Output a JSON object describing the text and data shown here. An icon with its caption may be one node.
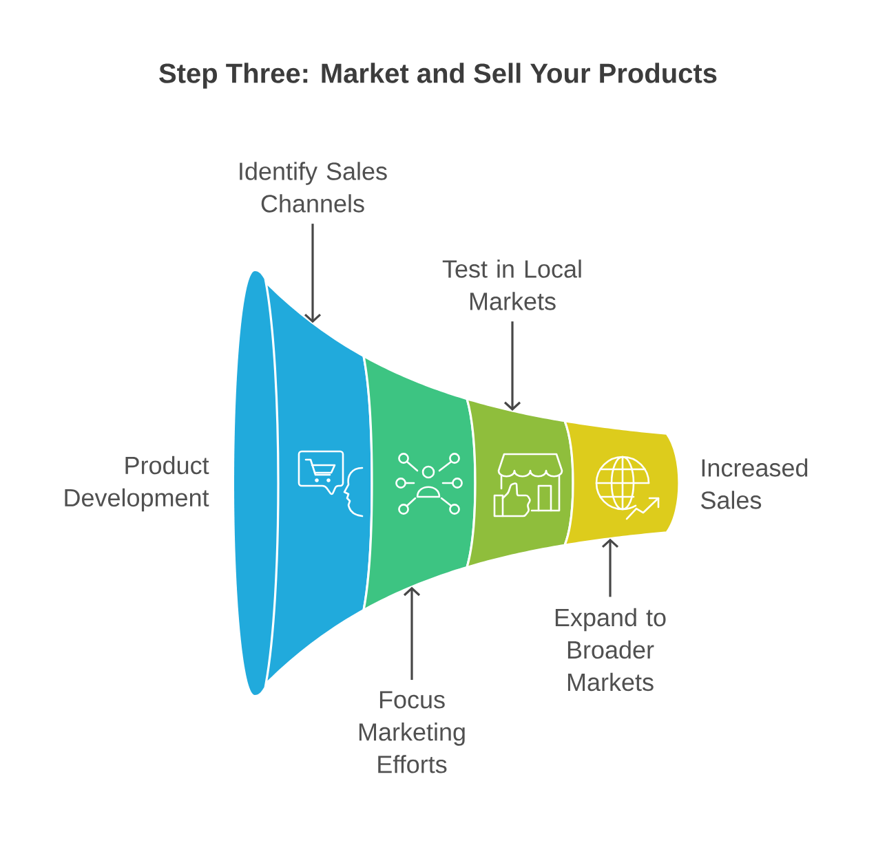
{
  "diagram": {
    "title": "Step Three: Market and Sell Your Products",
    "nodes": [
      {
        "text": [],
        "shape": "band"
      },
      {
        "text": [],
        "shape": "band"
      },
      {
        "text": [],
        "shape": "band"
      },
      {
        "text": [],
        "shape": "band"
      },
      {
        "text": [
          "Identify Sales Channels"
        ]
      },
      {
        "text": [
          "Test in Local Markets"
        ]
      },
      {
        "text": [
          "Focus Marketing Efforts"
        ]
      },
      {
        "text": [
          "Expand to Broader Markets"
        ]
      }
    ],
    "edges": [
      {
        "from": 4,
        "to": 0,
        "arrow": "to"
      },
      {
        "from": 5,
        "to": 2,
        "arrow": "to"
      },
      {
        "from": 6,
        "to": 1,
        "arrow": "to"
      },
      {
        "from": 7,
        "to": 3,
        "arrow": "to"
      }
    ],
    "labels": [
      "Product Development",
      "Increased Sales"
    ]
  }
}
